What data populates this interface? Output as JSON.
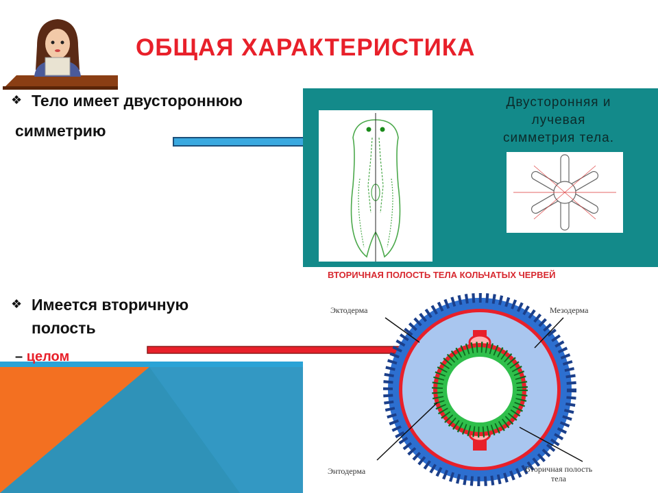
{
  "slide": {
    "title": "ОБЩАЯ ХАРАКТЕРИСТИКА",
    "bullet1": {
      "line1": "Тело имеет двустороннюю",
      "line2": "симметрию"
    },
    "bullet2": {
      "line1": "Имеется вторичную",
      "line2": "полость",
      "dash": "–",
      "highlight": "целом"
    }
  },
  "teal_panel": {
    "caption_lines": [
      "Двусторонняя и",
      "лучевая",
      "симметрия тела."
    ]
  },
  "annelid_diagram": {
    "title": "ВТОРИЧНАЯ ПОЛОСТЬ ТЕЛА КОЛЬЧАТЫХ ЧЕРВЕЙ",
    "labels": {
      "ectoderm": "Эктодерма",
      "mesoderm": "Мезодерма",
      "endoderm": "Энтодерма",
      "cavity_line1": "Вторичная полость",
      "cavity_line2": "тела"
    }
  },
  "icons": [
    "teacher-avatar-icon",
    "diamond-bullet-icon",
    "blue-arrow-icon",
    "red-arrow-icon"
  ],
  "colors": {
    "title": "#e8202a",
    "highlight": "#e8202a",
    "teal": "#138a8a",
    "orange": "#f37021",
    "blue": "#2aa3d6",
    "ectoderm": "#2d6fd0",
    "mesoderm": "#e8202a",
    "cavity": "#a9c6ef",
    "endoderm": "#2fbf4b"
  }
}
